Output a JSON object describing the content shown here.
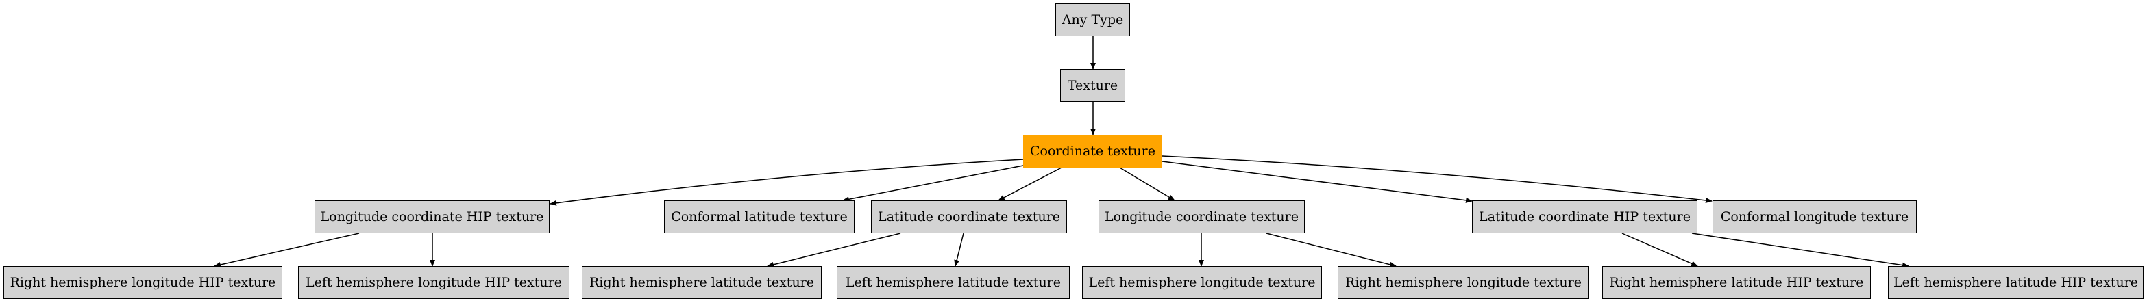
{
  "diagram": {
    "highlight_color": "#ffa500",
    "node_fill": "#d3d3d3",
    "nodes": {
      "any_type": {
        "label": "Any Type"
      },
      "texture": {
        "label": "Texture"
      },
      "coordinate_texture": {
        "label": "Coordinate texture",
        "highlighted": true
      },
      "longitude_coordinate_hip_texture": {
        "label": "Longitude coordinate HIP texture"
      },
      "conformal_latitude_texture": {
        "label": "Conformal latitude texture"
      },
      "latitude_coordinate_texture": {
        "label": "Latitude coordinate texture"
      },
      "longitude_coordinate_texture": {
        "label": "Longitude coordinate texture"
      },
      "latitude_coordinate_hip_texture": {
        "label": "Latitude coordinate HIP texture"
      },
      "conformal_longitude_texture": {
        "label": "Conformal longitude texture"
      },
      "right_hemisphere_longitude_hip_texture": {
        "label": "Right hemisphere longitude HIP texture"
      },
      "left_hemisphere_longitude_hip_texture": {
        "label": "Left hemisphere longitude HIP texture"
      },
      "right_hemisphere_latitude_texture": {
        "label": "Right hemisphere latitude texture"
      },
      "left_hemisphere_latitude_texture": {
        "label": "Left hemisphere latitude texture"
      },
      "left_hemisphere_longitude_texture": {
        "label": "Left hemisphere longitude texture"
      },
      "right_hemisphere_longitude_texture": {
        "label": "Right hemisphere longitude texture"
      },
      "right_hemisphere_latitude_hip_texture": {
        "label": "Right hemisphere latitude HIP texture"
      },
      "left_hemisphere_latitude_hip_texture": {
        "label": "Left hemisphere latitude HIP texture"
      }
    },
    "edges": [
      {
        "from": "any_type",
        "to": "texture"
      },
      {
        "from": "texture",
        "to": "coordinate_texture"
      },
      {
        "from": "coordinate_texture",
        "to": "longitude_coordinate_hip_texture"
      },
      {
        "from": "coordinate_texture",
        "to": "conformal_latitude_texture"
      },
      {
        "from": "coordinate_texture",
        "to": "latitude_coordinate_texture"
      },
      {
        "from": "coordinate_texture",
        "to": "longitude_coordinate_texture"
      },
      {
        "from": "coordinate_texture",
        "to": "latitude_coordinate_hip_texture"
      },
      {
        "from": "coordinate_texture",
        "to": "conformal_longitude_texture"
      },
      {
        "from": "longitude_coordinate_hip_texture",
        "to": "right_hemisphere_longitude_hip_texture"
      },
      {
        "from": "longitude_coordinate_hip_texture",
        "to": "left_hemisphere_longitude_hip_texture"
      },
      {
        "from": "latitude_coordinate_texture",
        "to": "right_hemisphere_latitude_texture"
      },
      {
        "from": "latitude_coordinate_texture",
        "to": "left_hemisphere_latitude_texture"
      },
      {
        "from": "longitude_coordinate_texture",
        "to": "left_hemisphere_longitude_texture"
      },
      {
        "from": "longitude_coordinate_texture",
        "to": "right_hemisphere_longitude_texture"
      },
      {
        "from": "latitude_coordinate_hip_texture",
        "to": "right_hemisphere_latitude_hip_texture"
      },
      {
        "from": "latitude_coordinate_hip_texture",
        "to": "left_hemisphere_latitude_hip_texture"
      }
    ]
  }
}
